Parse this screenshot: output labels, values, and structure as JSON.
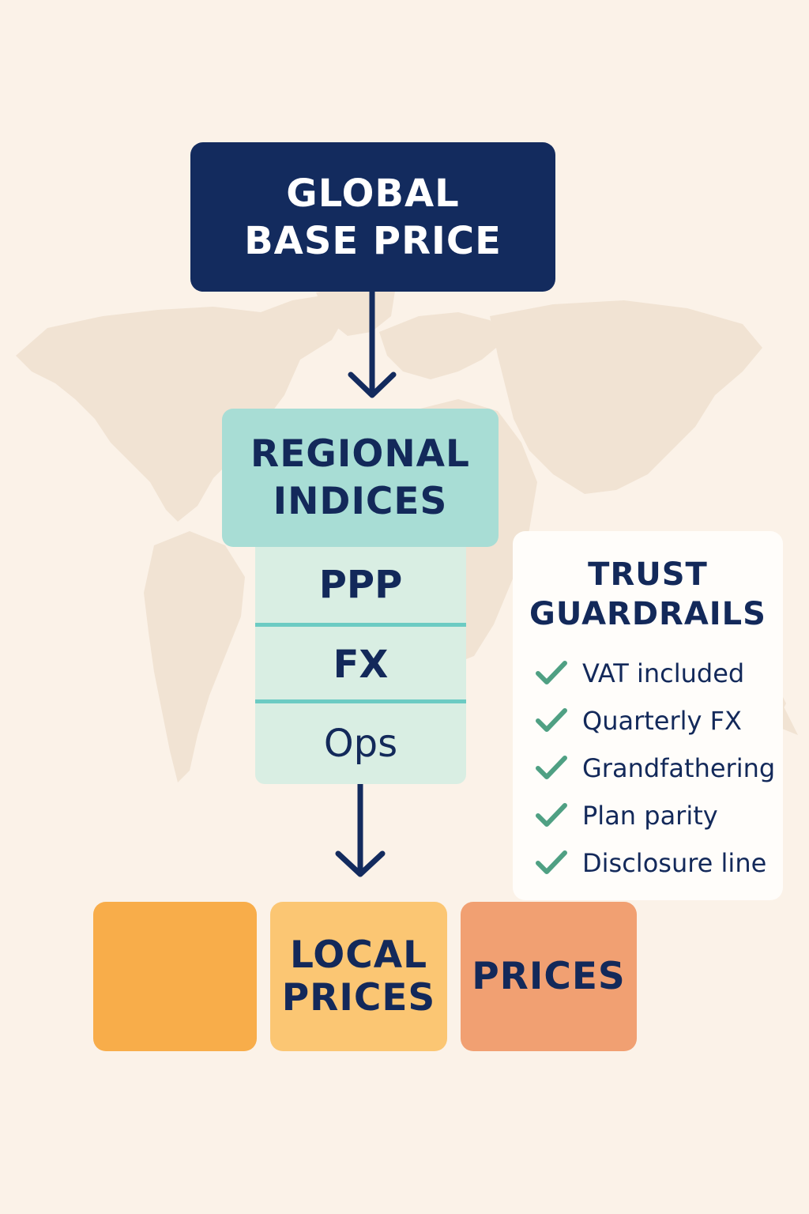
{
  "global_box": {
    "line1": "GLOBAL",
    "line2": "BASE PRICE"
  },
  "regional_box": {
    "line1": "REGIONAL",
    "line2": "INDICES"
  },
  "indices": [
    "PPP",
    "FX",
    "Ops"
  ],
  "guardrails": {
    "title_line1": "TRUST",
    "title_line2": "GUARDRAILS",
    "items": [
      "VAT included",
      "Quarterly FX",
      "Grandfathering",
      "Plan parity",
      "Disclosure line"
    ]
  },
  "local_prices": {
    "box1": "",
    "box2_line1": "LOCAL",
    "box2_line2": "PRICES",
    "box3": "PRICES"
  },
  "colors": {
    "background": "#fbf2e8",
    "navy": "#132b5e",
    "teal": "#a8ddd5",
    "mint": "#d9eee3",
    "check_green": "#4fa083",
    "orange": "#f8ad4a",
    "light_orange": "#fbc673",
    "salmon": "#f1a072"
  }
}
